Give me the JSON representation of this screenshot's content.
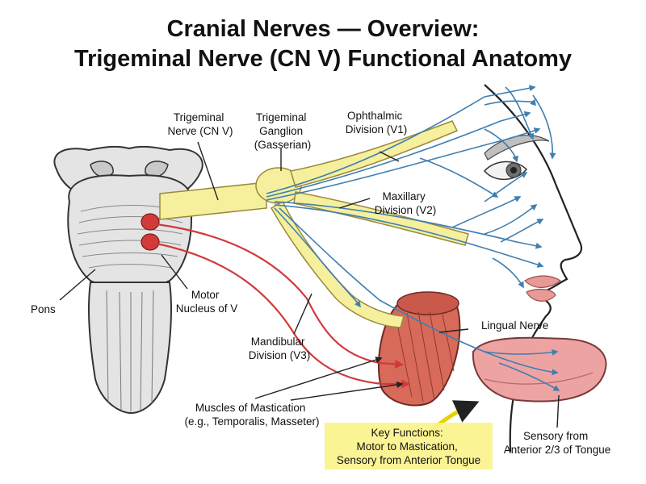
{
  "title": {
    "line1": "Cranial Nerves — Overview:",
    "line2": "Trigeminal Nerve (CN V) Functional Anatomy"
  },
  "labels": {
    "trigeminal_nerve": [
      "Trigeminal",
      "Nerve (CN V)"
    ],
    "ganglion": [
      "Trigeminal",
      "Ganglion",
      "(Gasserian)"
    ],
    "ophthalmic": [
      "Ophthalmic",
      "Division (V1)"
    ],
    "maxillary": [
      "Maxillary",
      "Division (V2)"
    ],
    "pons": "Pons",
    "motor_nucleus": [
      "Motor",
      "Nucleus of V"
    ],
    "mandibular": [
      "Mandibular",
      "Division (V3)"
    ],
    "lingual": "Lingual Nerve",
    "muscles": [
      "Muscles of Mastication",
      "(e.g., Temporalis, Masseter)"
    ],
    "key_functions": [
      "Key Functions:",
      "Motor to Mastication,",
      "Sensory from Anterior Tongue"
    ],
    "sensory_tongue": [
      "Sensory from",
      "Anterior 2/3 of Tongue"
    ]
  },
  "colors": {
    "nerve": "#f5ef9e",
    "sensory": "#3f7fb0",
    "motor": "#d23a3a",
    "highlight": "#fbf38a",
    "brainstem": "#e4e4e4",
    "muscle": "#d86a5a",
    "tongue": "#eea3a3"
  }
}
